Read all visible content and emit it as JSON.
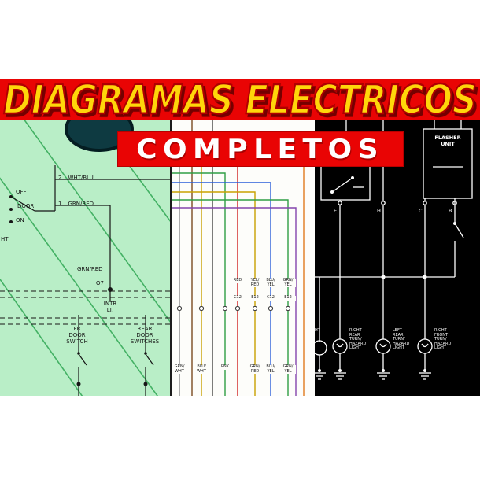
{
  "poster": {
    "title": "DIAGRAMAS ELECTRICOS",
    "subtitle": "COMPLETOS",
    "palette": {
      "banner_red": "#e90404",
      "title_yellow": "#ffd60a",
      "title_outline": "#b00000",
      "green_panel": "#b9eec7",
      "white_panel": "#fdfdfa",
      "black_panel": "#000000"
    }
  },
  "left": {
    "pin2": {
      "num": "2",
      "label": "WHT/BLU"
    },
    "pin1": {
      "num": "1",
      "label": "GRN/RED"
    },
    "switch": {
      "off": "OFF",
      "door": "DOOR",
      "on": "ON"
    },
    "cut_label": "HT",
    "wire_label": "GRN/RED",
    "connector_label": "O7",
    "intr_light": "INTR\nLT.",
    "fr_door_switch": "FR\nDOOR\nSWITCH",
    "rear_door_switches": "REAR\nDOOR\nSWITCHES"
  },
  "mid": {
    "wire_labels": [
      "RED",
      "YEL/\nRED",
      "BLU/\nYEL",
      "GRN/\nYEL"
    ],
    "connector_codes": [
      "C12",
      "E12",
      "C12",
      "E12"
    ],
    "bottom_wire_labels": [
      "GRN/\nWHT",
      "BLU/\nWHT",
      "PNK",
      "GRN/\nRED",
      "BLU/\nYEL",
      "GRN/\nYEL"
    ]
  },
  "right": {
    "flasher_unit": "FLASHER\nUNIT",
    "pins": [
      "E",
      "H",
      "C",
      "B"
    ],
    "cut_label": "HT",
    "lamps": [
      "RIGHT\nREAR\nTURN/\nHAZARD\nLIGHT",
      "LEFT\nREAR\nTURN/\nHAZARD\nLIGHT",
      "RIGHT\nFRONT\nTURN/\nHAZARD\nLIGHT"
    ]
  }
}
